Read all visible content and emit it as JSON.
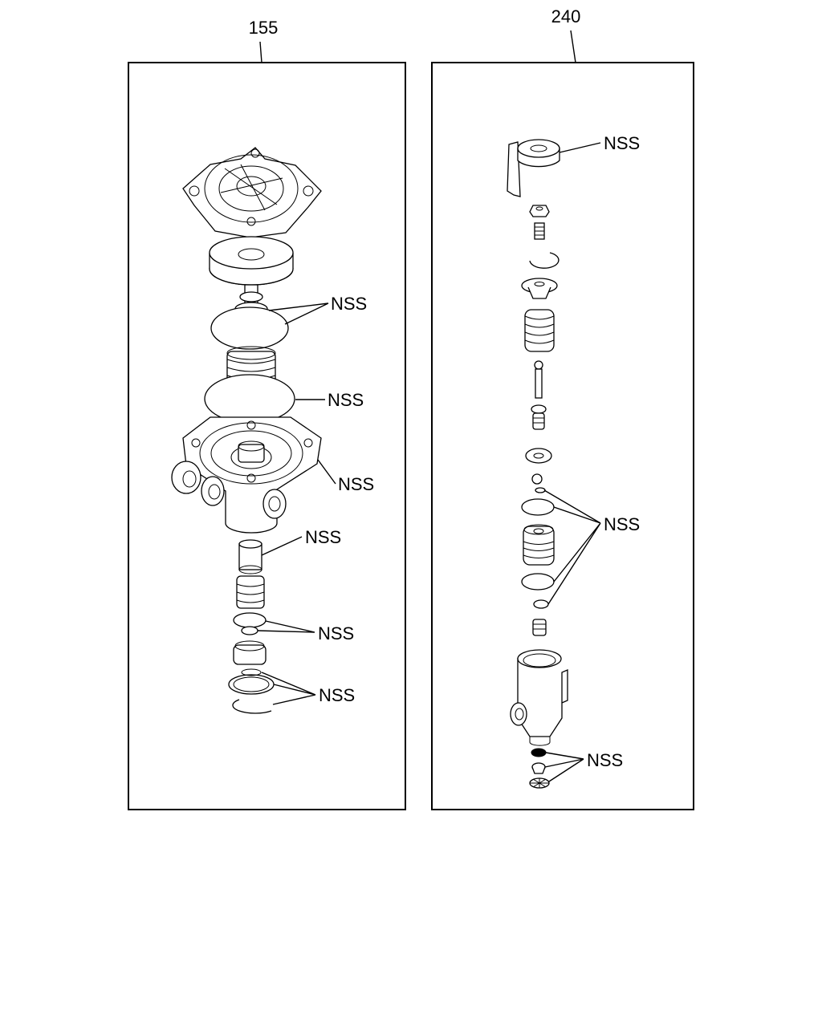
{
  "panels": [
    {
      "ref": "155",
      "labels": [
        "NSS",
        "NSS",
        "NSS",
        "NSS",
        "NSS",
        "NSS"
      ]
    },
    {
      "ref": "240",
      "labels": [
        "NSS",
        "NSS",
        "NSS"
      ]
    }
  ]
}
